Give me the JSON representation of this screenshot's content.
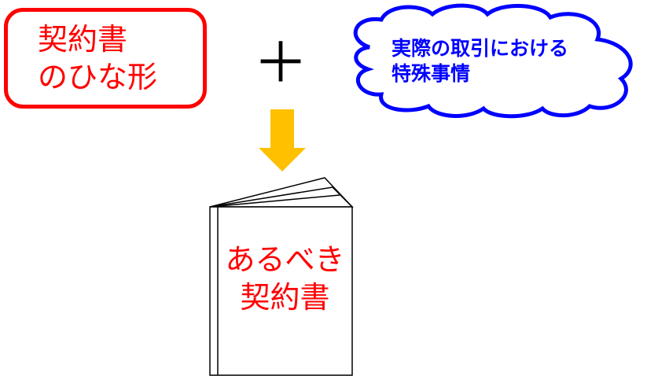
{
  "template_box": {
    "line1": "契約書",
    "line2": "のひな形"
  },
  "plus_symbol": "＋",
  "cloud": {
    "line1": "実際の取引における",
    "line2": "特殊事情"
  },
  "book": {
    "line1": "あるべき",
    "line2": "契約書"
  },
  "colors": {
    "red": "#ff0000",
    "blue": "#0000ff",
    "arrow": "#ffc000"
  }
}
